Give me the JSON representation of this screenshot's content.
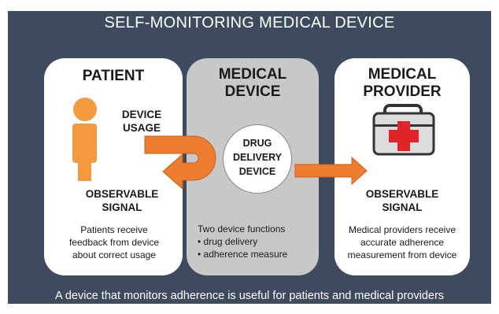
{
  "title": "SELF-MONITORING MEDICAL DEVICE",
  "footer": "A device that monitors adherence is useful for patients and medical providers",
  "patient": {
    "title": "PATIENT",
    "device_usage": [
      "DEVICE",
      "USAGE"
    ],
    "signal": [
      "OBSERVABLE",
      "SIGNAL"
    ],
    "desc": [
      "Patients receive",
      "feedback from device",
      "about correct usage"
    ]
  },
  "device": {
    "title": [
      "MEDICAL",
      "DEVICE"
    ],
    "circle": [
      "DRUG",
      "DELIVERY",
      "DEVICE"
    ],
    "intro": "Two device functions",
    "functions": [
      "drug delivery",
      "adherence measure"
    ]
  },
  "provider": {
    "title": [
      "MEDICAL",
      "PROVIDER"
    ],
    "signal": [
      "OBSERVABLE",
      "SIGNAL"
    ],
    "desc": [
      "Medical providers receive",
      "accurate adherence",
      "measurement from device"
    ]
  },
  "colors": {
    "background": "#3e4a5e",
    "arrow": "#ee7d2f",
    "person": "#f29a3d",
    "device_panel": "#c8c8c8",
    "red_cross": "#e0242a"
  },
  "icons": [
    "person-icon",
    "medical-kit-icon"
  ]
}
